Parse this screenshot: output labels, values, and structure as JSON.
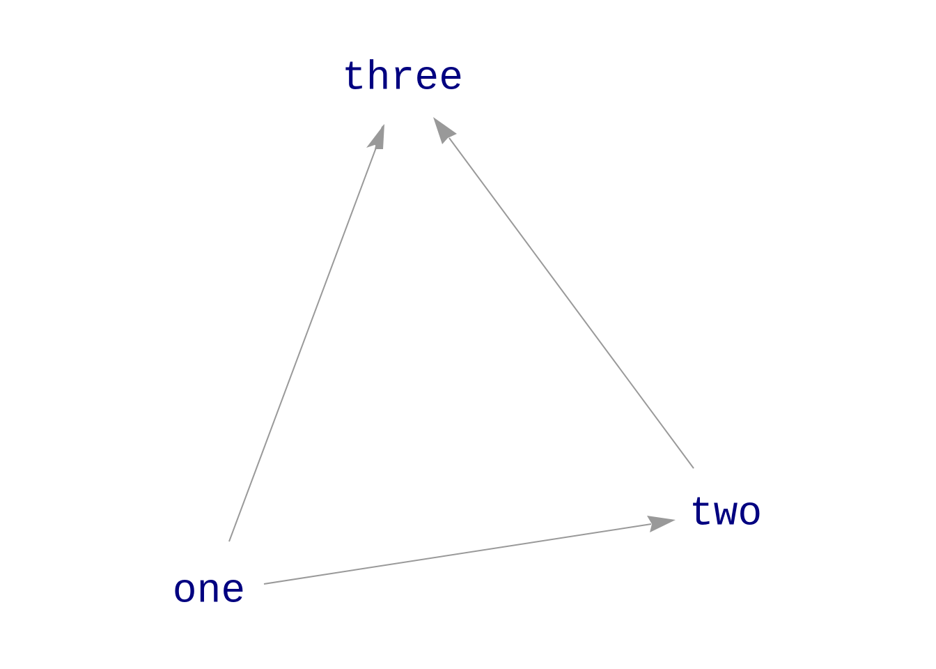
{
  "graph": {
    "colors": {
      "node_text": "#000080",
      "edge": "#999999",
      "background": "#ffffff"
    },
    "nodes": [
      {
        "id": "three",
        "label": "three"
      },
      {
        "id": "two",
        "label": "two"
      },
      {
        "id": "one",
        "label": "one"
      }
    ],
    "edges": [
      {
        "from": "one",
        "to": "three"
      },
      {
        "from": "two",
        "to": "three"
      },
      {
        "from": "one",
        "to": "two"
      }
    ]
  }
}
